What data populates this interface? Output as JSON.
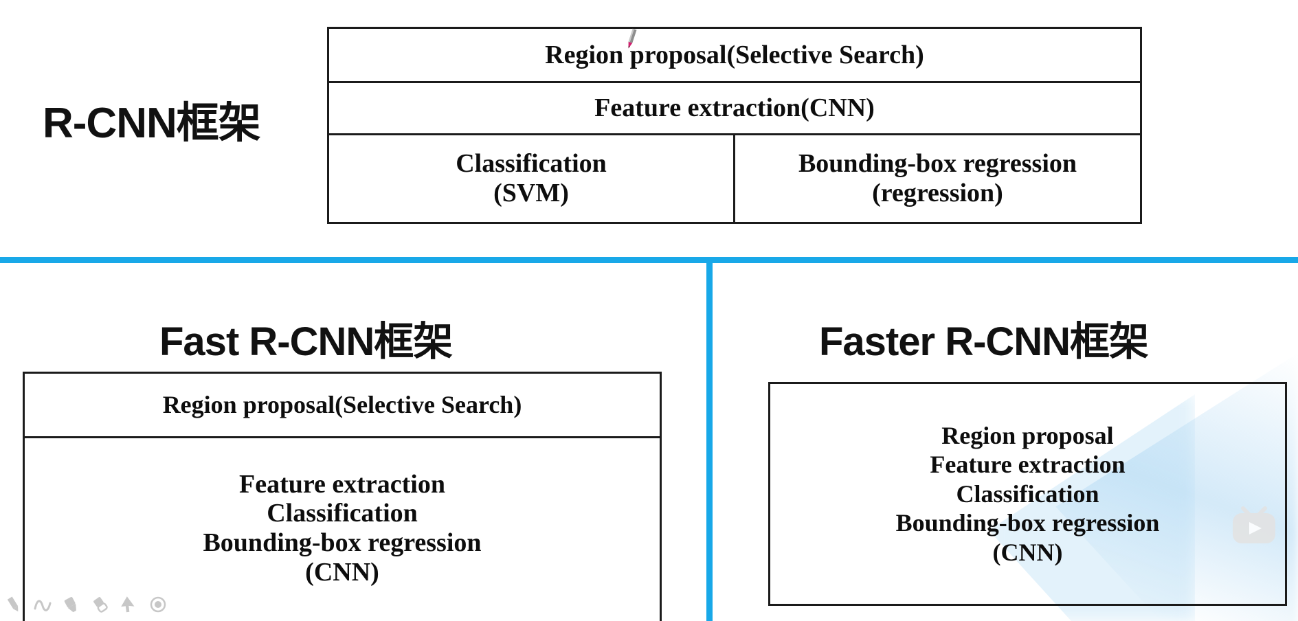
{
  "slide": {
    "title_rcnn": "R-CNN框架",
    "title_fast": "Fast R-CNN框架",
    "title_faster": "Faster R-CNN框架",
    "accent_blue": "#18a8e8",
    "ink_black": "#1b1b1b",
    "pen_tip_color": "#d21f6e"
  },
  "rcnn_table": {
    "row1": "Region proposal(Selective Search)",
    "row2": "Feature extraction(CNN)",
    "row3_left_line1": "Classification",
    "row3_left_line2": "(SVM)",
    "row3_right_line1": "Bounding-box regression",
    "row3_right_line2": "(regression)"
  },
  "fast_box": {
    "row1": "Region proposal(Selective Search)",
    "row2_line1": "Feature extraction",
    "row2_line2": "Classification",
    "row2_line3": "Bounding-box regression",
    "row2_line4": "(CNN)"
  },
  "faster_box": {
    "line1": "Region proposal",
    "line2": "Feature extraction",
    "line3": "Classification",
    "line4": "Bounding-box regression",
    "line5": "(CNN)"
  },
  "annotation_toolbar": {
    "tools": [
      {
        "name": "pen-tool"
      },
      {
        "name": "squiggle-tool"
      },
      {
        "name": "highlighter-tool"
      },
      {
        "name": "eraser-tool"
      },
      {
        "name": "pointer-tool"
      },
      {
        "name": "laser-pointer-tool"
      }
    ]
  },
  "watermark": {
    "name": "bilibili-tv-logo"
  },
  "cursor": {
    "name": "pen-cursor"
  }
}
